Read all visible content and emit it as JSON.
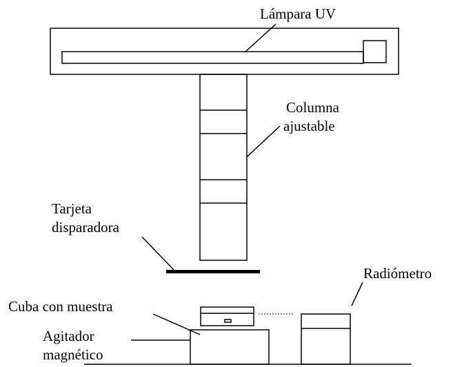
{
  "labels": {
    "lamp": "Lámpara UV",
    "column_line1": "Columna",
    "column_line2": "ajustable",
    "card_line1": "Tarjeta",
    "card_line2": "disparadora",
    "cuvette": "Cuba con muestra",
    "radiometer": "Radiómetro",
    "stirrer_line1": "Agitador",
    "stirrer_line2": "magnético"
  },
  "colors": {
    "stroke": "#000000",
    "background": "#ffffff"
  }
}
